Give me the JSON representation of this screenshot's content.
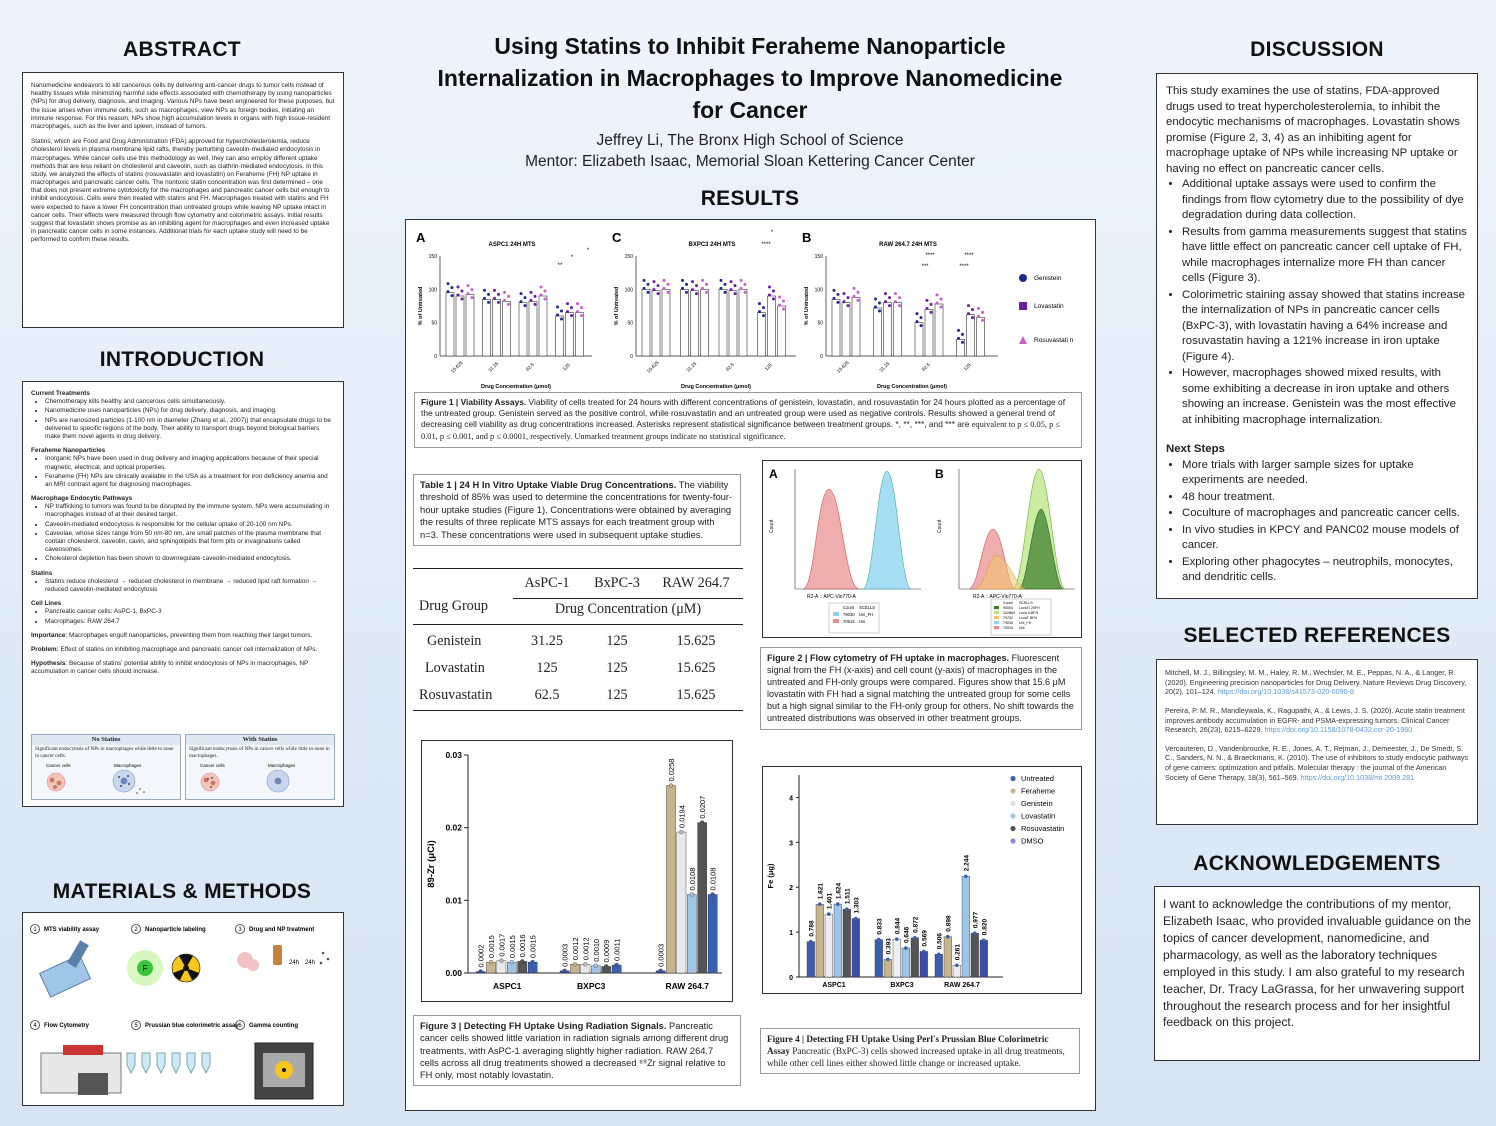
{
  "header": {
    "title_lines": [
      "Using Statins to Inhibit Feraheme Nanoparticle",
      "Internalization in Macrophages to Improve Nanomedicine",
      "for Cancer"
    ],
    "author": "Jeffrey Li, The Bronx High School of Science",
    "mentor": "Mentor: Elizabeth Isaac, Memorial Sloan Kettering Cancer Center"
  },
  "abstract": {
    "title": "ABSTRACT",
    "p1": "Nanomedicine endeavors to kill cancerous cells by delivering anti-cancer drugs to tumor cells instead of healthy tissues while minimizing harmful side effects associated with chemotherapy by using nanoparticles (NPs) for drug delivery, diagnosis, and imaging. Various NPs have been engineered for these purposes, but the issue arises when immune cells, such as macrophages, view NPs as foreign bodies, initiating an immune response. For this reason, NPs show high accumulation levels in organs with high tissue-resident macrophages, such as the liver and spleen, instead of tumors.",
    "p2": "Statins, which are Food and Drug Administration (FDA) approved for hypercholesterolemia, reduce cholesterol levels in plasma membrane lipid rafts, thereby perturbing caveolin-mediated endocytosis in macrophages. While cancer cells use this methodology as well, they can also employ different uptake methods that are less reliant on cholesterol and caveolin, such as clathrin-mediated endocytosis. In this study, we analyzed the effects of statins (rosuvastatin and lovastatin) on Feraheme (FH) NP uptake in macrophages and pancreatic cancer cells. The nontoxic statin concentration was first determined – one that does not present extreme cytotoxicity for the macrophages and pancreatic cancer cells but enough to inhibit endocytosis. Cells were then treated with statins and FH. Macrophages treated with statins and FH were expected to have a lower FH concentration than untreated groups while leaving NP uptake intact in cancer cells. Their effects were measured through flow cytometry and colorimetric assays. Initial results suggest that lovastatin shows promise as an inhibiting agent for macrophages and even increased uptake in pancreatic cancer cells in some instances. Additional trials for each uptake study will need to be performed to confirm these results."
  },
  "introduction": {
    "title": "INTRODUCTION",
    "current_treatments_title": "Current Treatments",
    "current_treatments": [
      "Chemotherapy kills healthy and cancerous cells simultaneously.",
      "Nanomedicine uses nanoparticles (NPs) for drug delivery, diagnosis, and imaging.",
      "NPs are nanosized particles (1-100 nm in diameter (Zhang et al., 2007)) that encapsulate drugs to be delivered to specific regions of the body. Their ability to transport drugs beyond biological barriers make them novel agents in drug delivery."
    ],
    "feraheme_title": "Feraheme Nanoparticles",
    "feraheme": [
      "Inorganic NPs have been used in drug delivery and imaging applications because of their special magnetic, electrical, and optical properties.",
      "Feraheme (FH) NPs are clinically available in the USA as a treatment for iron deficiency anemia and an MRI contrast agent for diagnosing macrophages."
    ],
    "pathways_title": "Macrophage Endocytic Pathways",
    "pathways": [
      "NP trafficking to tumors was found to be disrupted by the immune system. NPs were accumulating in macrophages instead of at their desired target.",
      "Caveolin-mediated endocytosis is responsible for the cellular uptake of 20-100 nm NPs.",
      "Caveolae, whose sizes range from 50 nm-80 nm, are small patches of the plasma membrane that contain cholesterol, caveolin, cavin, and sphingolipids that form pits or invaginations called caveosomes.",
      "Cholesterol depletion has been shown to downregulate caveolin-mediated endocytosis."
    ],
    "statins_title": "Statins",
    "statins": [
      "Statins reduce cholesterol → reduced cholesterol in membrane → reduced lipid raft formation → reduced caveolin-mediated endocytosis"
    ],
    "cell_lines_title": "Cell Lines",
    "cell_lines": [
      "Pancreatic cancer cells: AsPC-1, BxPC-3",
      "Macrophages: RAW 264.7"
    ],
    "importance_label": "Importance",
    "importance": ": Macrophages engulf nanoparticles, preventing them from reaching their target tumors.",
    "problem_label": "Problem:",
    "problem": " Effect of statins on inhibiting macrophage and pancreatic cancer cell internalization of NPs.",
    "hypothesis_label": "Hypothesis",
    "hypothesis": ": Because of statins' potential ability to inhibit endocytosis of NPs in macrophages, NP accumulation in cancer cells should increase.",
    "diagram": {
      "left_title": "No Statins",
      "left_sub": "Significant endocytosis of NPs in macrophages while little to none in cancer cells.",
      "right_title": "With Statins",
      "right_sub": "Significant endocytosis of NPs in cancer cells while little to none in macrophages.",
      "cancer_label": "Cancer cells",
      "macro_label": "Macrophages"
    }
  },
  "methods": {
    "title": "MATERIALS & METHODS",
    "steps": [
      {
        "n": "1",
        "label": "MTS viability assay"
      },
      {
        "n": "2",
        "label": "Nanoparticle labeling"
      },
      {
        "n": "3",
        "label": "Drug and NP treatment"
      },
      {
        "n": "4",
        "label": "Flow Cytometry"
      },
      {
        "n": "5",
        "label": "Prussian blue colorimetric assay"
      },
      {
        "n": "6",
        "label": "Gamma counting"
      }
    ],
    "f_letter": "F",
    "time1": "24h",
    "time2": "24h"
  },
  "results": {
    "title": "RESULTS",
    "fig1": {
      "panels": [
        {
          "letter": "A",
          "title": "ASPC1 24H MTS",
          "ylabel": "% of Untreated",
          "xticks": [
            "15.625",
            "31.25",
            "62.5",
            "125"
          ]
        },
        {
          "letter": "C",
          "title": "BXPC3 24H MTS",
          "ylabel": "% of Untreated",
          "xticks": [
            "15.625",
            "31.25",
            "62.5",
            "125"
          ]
        },
        {
          "letter": "B",
          "title": "RAW 264.7 24H MTS",
          "ylabel": "% of Untreated",
          "xticks": [
            "15.625",
            "31.25",
            "62.5",
            "125"
          ]
        }
      ],
      "xlabel": "Drug Concentration (μmol)",
      "yticks": [
        "0",
        "50",
        "100",
        "150"
      ],
      "legend": [
        "Genistein",
        "Lovastatin",
        "Rosuvastati n"
      ],
      "stars": [
        "*",
        "**",
        "*",
        "****",
        "*",
        "***",
        "****",
        "****",
        "****"
      ],
      "caption_bold": "Figure 1 | Viability Assays.",
      "caption": " Viability of cells treated for 24 hours with different concentrations of genistein, lovastatin, and rosuvastatin for 24 hours plotted as a percentage of the untreated group. Genistein served as the positive control, while rosuvastatin and an untreated group were used as negative controls. Results showed a general trend of decreasing cell viability as drug concentrations increased. Asterisks represent statistical significance between treatment groups. *, **, ***, and *** are",
      "caption2": "equivalent to p ≤ 0.05, p ≤ 0.01, p ≤ 0.001, and p ≤ 0.0001, respectively. Unmarked treatment groups indicate no statistical significance."
    },
    "table1": {
      "caption_bold": "Table 1 | 24 H In Vitro Uptake Viable Drug Concentrations.",
      "caption": " The viability threshold of 85% was used to determine the concentrations for twenty-four-hour uptake studies (Figure 1). Concentrations were obtained by averaging the results of three replicate MTS assays for each treatment group with n=3. These concentrations were used in subsequent uptake studies.",
      "cols": [
        "AsPC-1",
        "BxPC-3",
        "RAW 264.7"
      ],
      "group_header": "Drug Group",
      "conc_header": "Drug Concentration (μM)",
      "rows": [
        {
          "drug": "Genistein",
          "v": [
            "31.25",
            "125",
            "15.625"
          ]
        },
        {
          "drug": "Lovastatin",
          "v": [
            "125",
            "125",
            "15.625"
          ]
        },
        {
          "drug": "Rosuvastatin",
          "v": [
            "62.5",
            "125",
            "15.625"
          ]
        }
      ]
    },
    "fig2": {
      "letter_a": "A",
      "letter_b": "B",
      "xlabel": "R2-A :: APC-Vio770-A",
      "ylabel": "Count",
      "legend_a_head": [
        "Count",
        "SCELLS"
      ],
      "legend_a": [
        [
          "79030",
          "Uni_FH"
        ],
        [
          "70515",
          "Uni"
        ]
      ],
      "legend_b_head": [
        "Count",
        "SCELLS"
      ],
      "legend_b": [
        [
          "90004",
          "LovaTI 25FH"
        ],
        [
          "102884",
          "Lova 9-BFH"
        ],
        [
          "79752",
          "LovaT BFH"
        ],
        [
          "79030",
          "Uni_FH"
        ],
        [
          "70515",
          "Uni"
        ]
      ],
      "caption_bold": "Figure 2 | Flow cytometry of FH uptake in macrophages.",
      "caption": " Fluorescent signal from the FH (x-axis) and cell count (y-axis) of macrophages in the untreated and FH-only groups were compared. Figures show that 15.6 μM lovastatin with FH had a signal matching the untreated group for some cells but a high signal similar to the FH-only group for others. No shift towards the untreated distributions was observed in other treatment groups."
    },
    "fig3": {
      "ylabel": "89-Zr (μCi)",
      "yticks": [
        "0.00",
        "0.01",
        "0.02",
        "0.03"
      ],
      "groups": [
        "ASPC1",
        "BXPC3",
        "RAW 264.7"
      ],
      "caption_bold": "Figure 3 | Detecting FH Uptake Using Radiation Signals.",
      "caption": " Pancreatic cancer cells showed little variation in radiation signals among different drug treatments, with AsPC-1 averaging slightly higher radiation. RAW 264.7 cells across all drug treatments showed a decreased ⁸⁹Zr signal relative to FH only, most notably lovastatin."
    },
    "fig4": {
      "ylabel": "Fe (μg)",
      "yticks": [
        "0",
        "1",
        "2",
        "3",
        "4"
      ],
      "groups": [
        "ASPC1",
        "BXPC3",
        "RAW 264.7"
      ],
      "legend": [
        "Untreated",
        "Feraheme",
        "Genistein",
        "Lovastatin",
        "Rosuvastatin",
        "DMSO"
      ],
      "caption_bold": "Figure 4 | Detecting FH Uptake Using Perl's Prussian Blue Colorimetric Assay",
      "caption": " Pancreatic (BxPC-3) cells showed increased uptake in all drug treatments, while other cell lines either showed little change or increased uptake."
    }
  },
  "chart_data": [
    {
      "type": "bar",
      "title": "Figure 3 | Detecting FH Uptake Using Radiation Signals",
      "xlabel": "",
      "ylabel": "89-Zr (μCi)",
      "ylim": [
        0,
        0.03
      ],
      "categories": [
        "ASPC1",
        "BXPC3",
        "RAW 264.7"
      ],
      "series": [
        {
          "name": "g1",
          "values": [
            0.0002,
            0.0003,
            0.0003
          ]
        },
        {
          "name": "g2",
          "values": [
            0.0015,
            0.0012,
            0.0258
          ]
        },
        {
          "name": "g3",
          "values": [
            0.0017,
            0.0012,
            0.0194
          ]
        },
        {
          "name": "g4",
          "values": [
            0.0015,
            0.001,
            0.0108
          ]
        },
        {
          "name": "g5",
          "values": [
            0.0016,
            0.0009,
            0.0207
          ]
        },
        {
          "name": "g6",
          "values": [
            0.0015,
            0.0011,
            0.0108
          ]
        }
      ]
    },
    {
      "type": "bar",
      "title": "Figure 4 | Detecting FH Uptake Using Perl's Prussian Blue Colorimetric Assay",
      "xlabel": "",
      "ylabel": "Fe (μg)",
      "ylim": [
        0,
        4.5
      ],
      "categories": [
        "ASPC1",
        "BXPC3",
        "RAW 264.7"
      ],
      "series": [
        {
          "name": "Untreated",
          "values": [
            0.788,
            0.833,
            0.506
          ]
        },
        {
          "name": "Feraheme",
          "values": [
            1.621,
            0.393,
            0.898
          ]
        },
        {
          "name": "Genistein",
          "values": [
            1.401,
            0.844,
            0.261
          ]
        },
        {
          "name": "Lovastatin",
          "values": [
            1.624,
            0.646,
            2.244
          ]
        },
        {
          "name": "Rosuvastatin",
          "values": [
            1.511,
            0.872,
            0.977
          ]
        },
        {
          "name": "DMSO",
          "values": [
            1.303,
            0.569,
            0.82
          ]
        }
      ]
    }
  ],
  "discussion": {
    "title": "DISCUSSION",
    "intro": "This study examines the use of statins, FDA-approved drugs used to treat hypercholesterolemia, to inhibit the endocytic mechanisms of macrophages. Lovastatin shows promise (Figure 2, 3, 4) as an inhibiting agent for macrophage uptake of NPs while increasing NP uptake or having no effect on pancreatic cancer cells.",
    "bullets": [
      "Additional uptake assays were used to confirm the findings from flow cytometry due to the possibility of dye degradation during data collection.",
      "Results from gamma measurements suggest that statins have little effect on pancreatic cancer cell uptake of FH, while macrophages internalize more FH than cancer cells (Figure 3).",
      "Colorimetric staining assay showed that statins increase the internalization of NPs in pancreatic cancer cells (BxPC-3), with lovastatin having a 64% increase and rosuvastatin having a 121% increase in iron uptake (Figure 4).",
      "However, macrophages showed mixed results, with some exhibiting a decrease in iron uptake and others showing an increase. Genistein was the most effective at inhibiting macrophage internalization."
    ],
    "next_title": "Next Steps",
    "next": [
      "More trials with larger sample sizes for uptake experiments are needed.",
      "48 hour treatment.",
      "Coculture of macrophages and pancreatic cancer cells.",
      "In vivo studies in KPCY and PANC02 mouse models of cancer.",
      "Exploring other phagocytes – neutrophils, monocytes, and dendritic cells."
    ]
  },
  "references": {
    "title": "SELECTED REFERENCES",
    "items": [
      {
        "text": "Mitchell, M. J., Billingsley, M. M., Haley, R. M., Wechsler, M. E., Peppas, N. A., & Langer, R. (2020). Engineering precision nanoparticles for Drug Delivery. Nature Reviews Drug Discovery, 20(2), 101–124. ",
        "link": "https://doi.org/10.1038/s41573-020-0090-8"
      },
      {
        "text": "Pereira, P. M. R., Mandleywala, K., Ragupathi, A., & Lewis, J. S. (2020). Acute statin treatment improves antibody accumulation in EGFR- and PSMA-expressing tumors. Clinical Cancer Research, 26(23), 6215–6229. ",
        "link": "https://doi.org/10.1158/1078-0432.ccr-20-1960"
      },
      {
        "text": "Vercauteren, D., Vandenbroucke, R. E., Jones, A. T., Rejman, J., Demeester, J., De Smedt, S. C., Sanders, N. N., & Braeckmans, K. (2010). The use of inhibitors to study endocytic pathways of gene carriers: optimization and pitfalls. Molecular therapy : the journal of the American Society of Gene Therapy, 18(3), 561–569. ",
        "link": "https://doi.org/10.1038/mt.2009.281"
      }
    ]
  },
  "acknowledgements": {
    "title": "ACKNOWLEDGEMENTS",
    "text": "I want to acknowledge the contributions of my mentor, Elizabeth Isaac, who provided invaluable guidance on the topics of cancer development, nanomedicine, and pharmacology, as well as the laboratory techniques employed in this study. I am also grateful to my research teacher, Dr. Tracy LaGrassa, for her unwavering support throughout the research process and for her insightful feedback on this project."
  },
  "colors": {
    "genistein": "#1f2a8a",
    "lovastatin": "#6a1fa0",
    "rosuvastatin": "#c85fc8",
    "fig3_bars": [
      "#3b4ea8",
      "#c8b48c",
      "#e8e8e8",
      "#9ec4e6",
      "#555555",
      "#3b5fb0"
    ],
    "fig4_bars": [
      "#3b5fb0",
      "#c8b48c",
      "#eeeeee",
      "#9ec4e6",
      "#555555",
      "#3b4ea8"
    ]
  }
}
